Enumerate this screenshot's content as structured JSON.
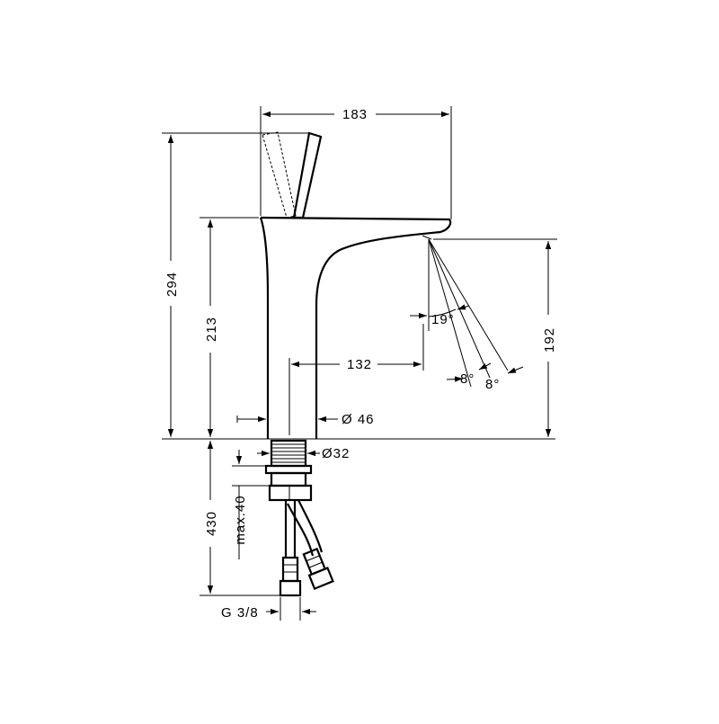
{
  "colors": {
    "line": "#000000",
    "background": "#ffffff"
  },
  "dimensions": {
    "width_total": "183",
    "height_total": "294",
    "spout_height": "213",
    "outlet_height": "192",
    "projection": "132",
    "spout_diameter": "Ø 46",
    "base_thread": "Ø32",
    "hose_length": "430",
    "max_thickness": "max.40",
    "connection": "G 3/8",
    "spray_angle_1": "19°",
    "spray_angle_2": "8°",
    "spray_angle_3": "8°"
  }
}
